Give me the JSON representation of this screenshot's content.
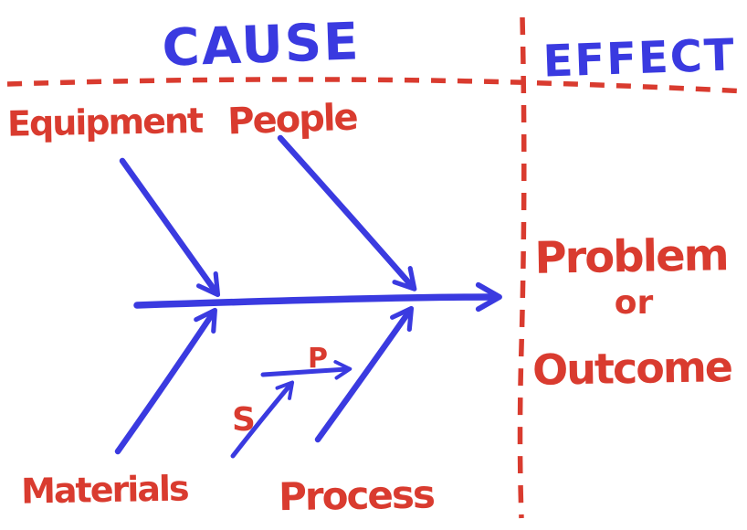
{
  "colors": {
    "ink_blue": "#3a3ae0",
    "ink_red": "#d93b2f",
    "paper": "#ffffff"
  },
  "sections": {
    "cause": "CAUSE",
    "effect": "EFFECT"
  },
  "effect_box": {
    "line1": "Problem",
    "line2": "or",
    "line3": "Outcome"
  },
  "causes": {
    "equipment": "Equipment",
    "people": "People",
    "materials": "Materials",
    "process": "Process"
  },
  "process_sub_causes": {
    "s": "S",
    "p": "P"
  }
}
